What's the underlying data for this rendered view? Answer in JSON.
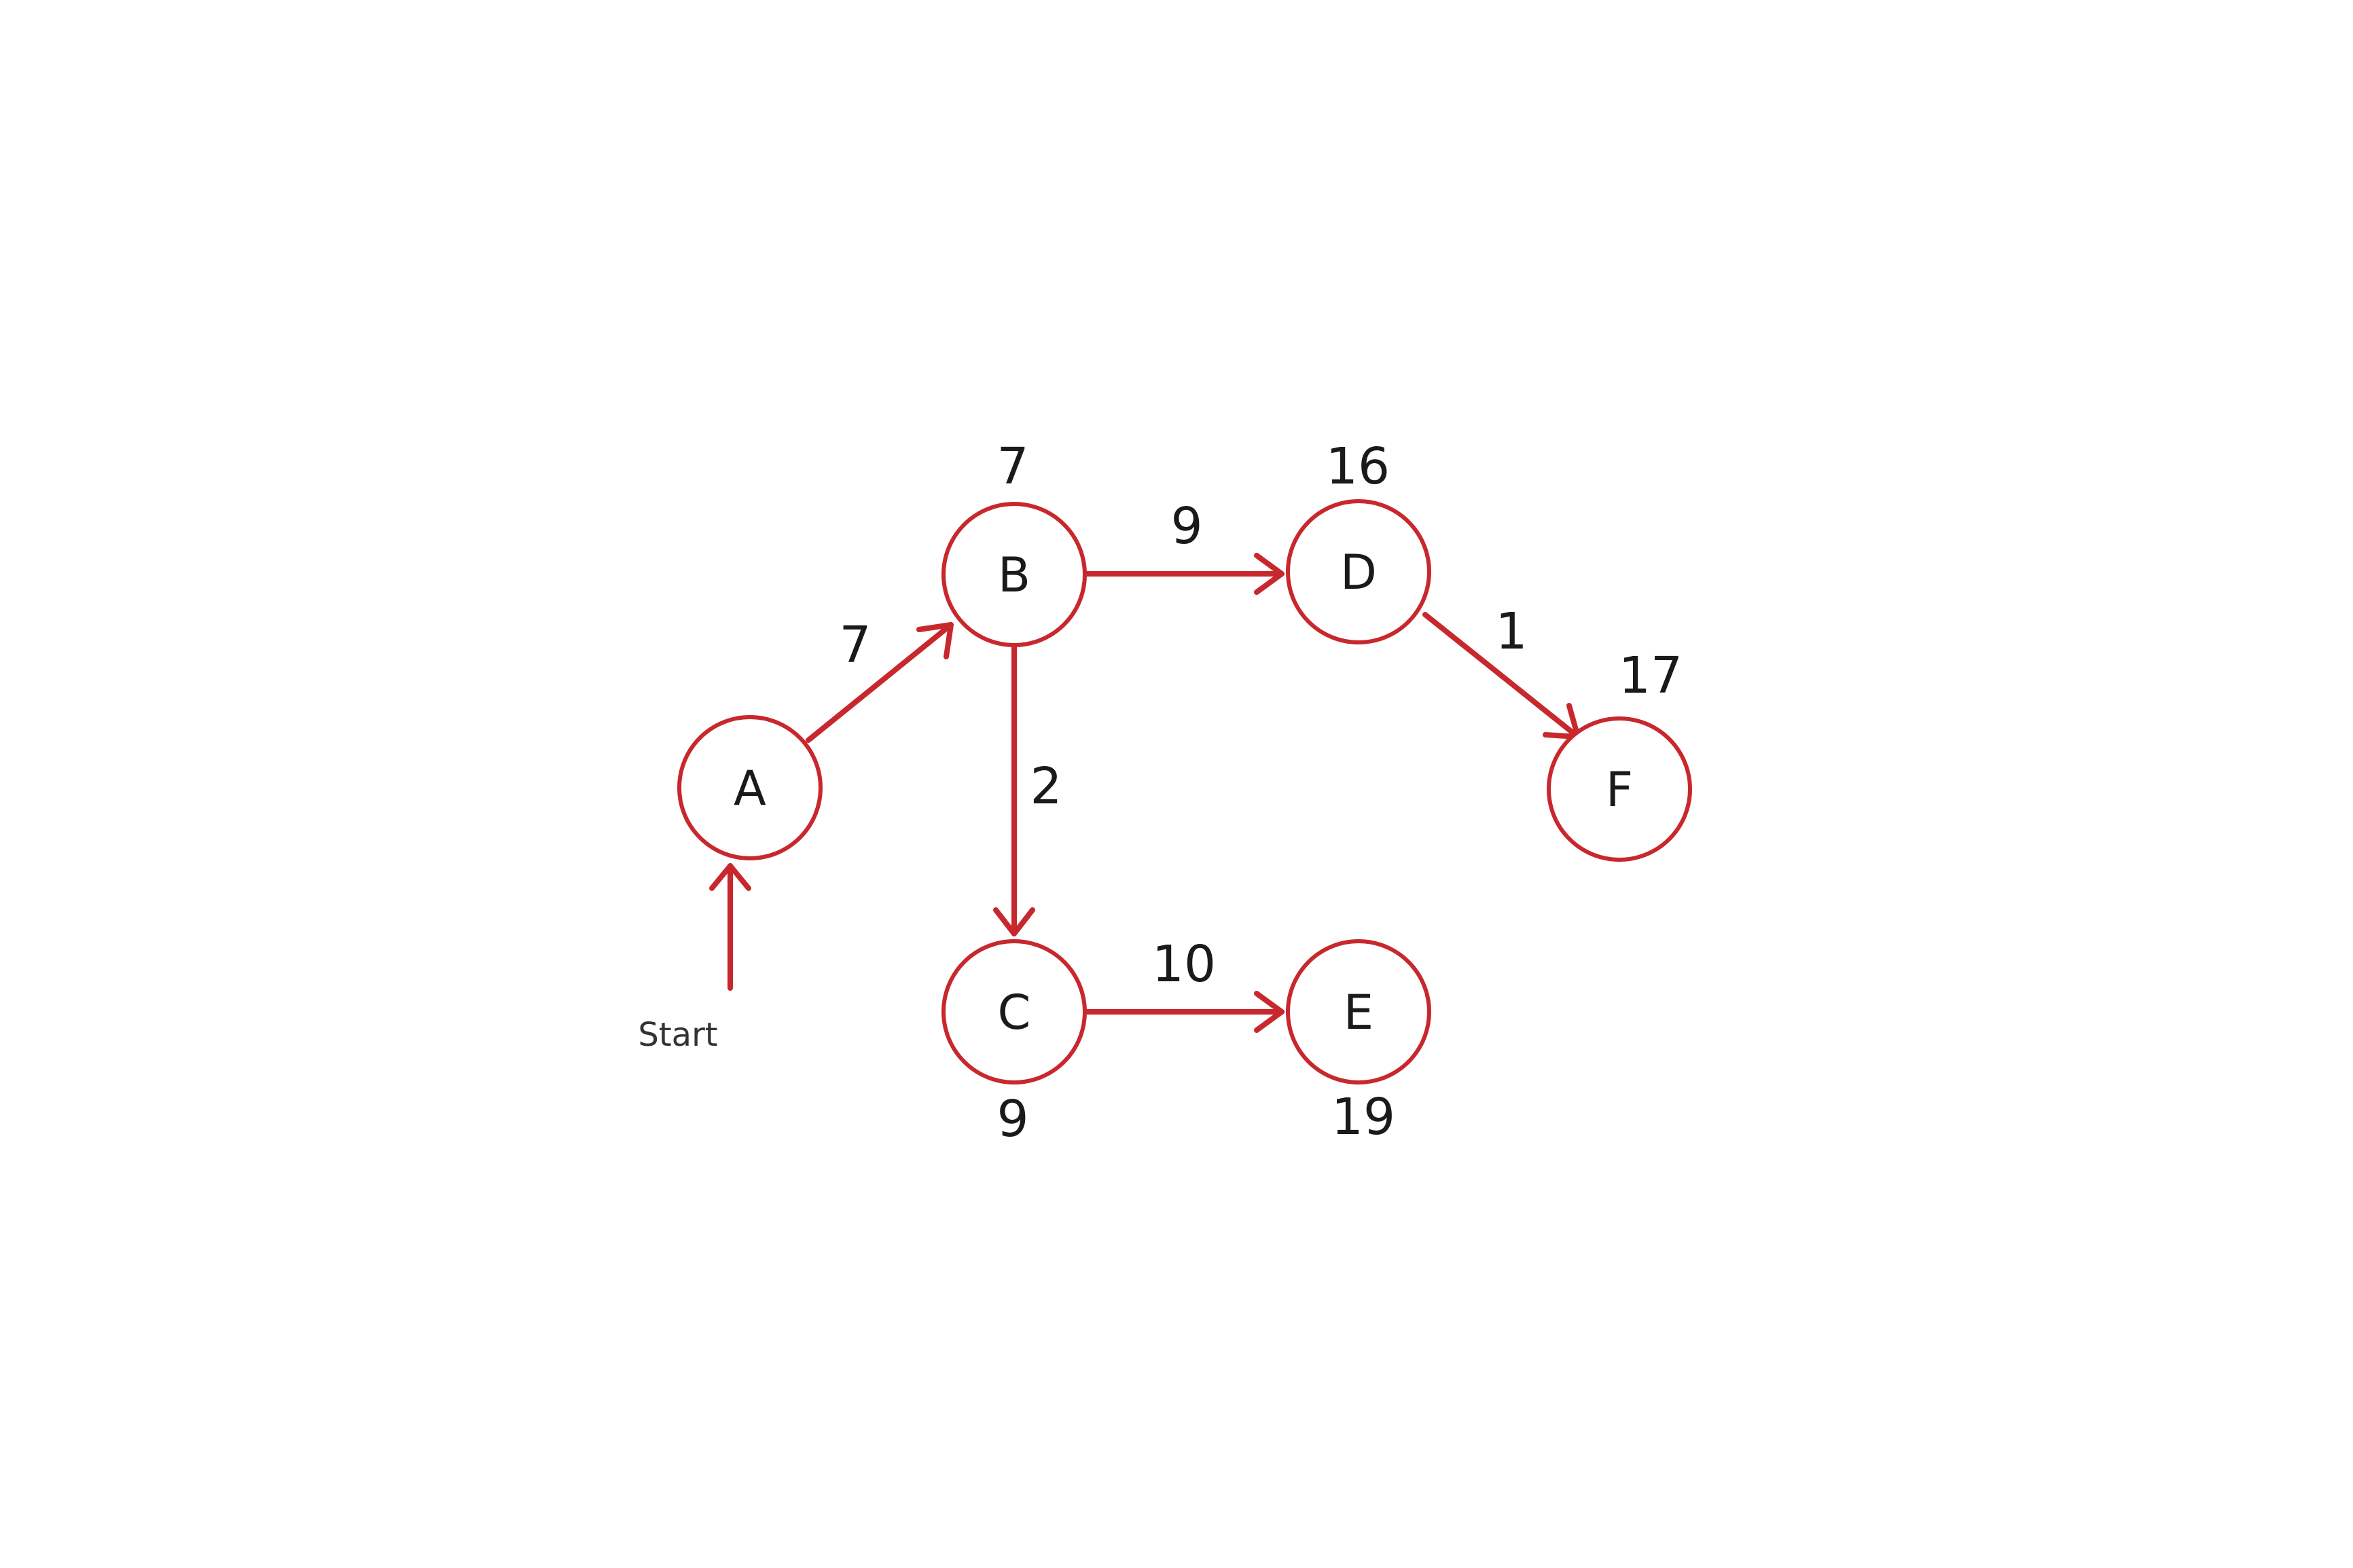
{
  "colors": {
    "accent": "#c8282d",
    "text": "#1a1a1a",
    "background": "#ffffff"
  },
  "start_label": "Start",
  "nodes": [
    {
      "id": "A",
      "label": "A",
      "distance": ""
    },
    {
      "id": "B",
      "label": "B",
      "distance": "7"
    },
    {
      "id": "C",
      "label": "C",
      "distance": "9"
    },
    {
      "id": "D",
      "label": "D",
      "distance": "16"
    },
    {
      "id": "E",
      "label": "E",
      "distance": "19"
    },
    {
      "id": "F",
      "label": "F",
      "distance": "17"
    }
  ],
  "edges": [
    {
      "from": "A",
      "to": "B",
      "weight": "7"
    },
    {
      "from": "B",
      "to": "D",
      "weight": "9"
    },
    {
      "from": "B",
      "to": "C",
      "weight": "2"
    },
    {
      "from": "C",
      "to": "E",
      "weight": "10"
    },
    {
      "from": "D",
      "to": "F",
      "weight": "1"
    }
  ]
}
